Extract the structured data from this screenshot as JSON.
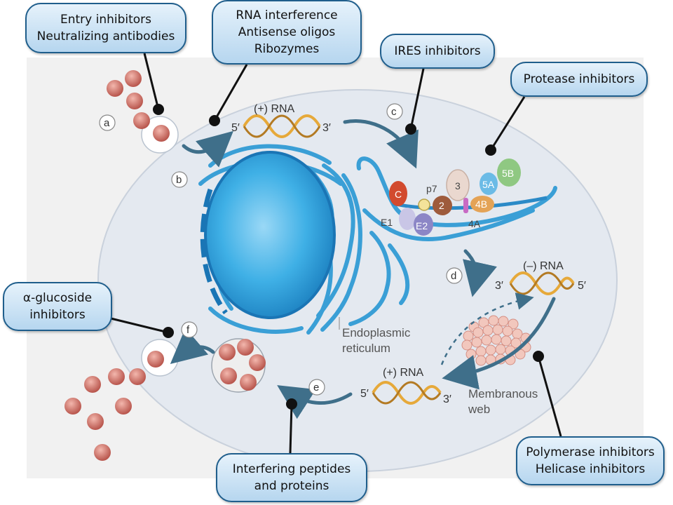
{
  "callouts": {
    "entry": [
      "Entry inhibitors",
      "Neutralizing antibodies"
    ],
    "rnai": [
      "RNA interference",
      "Antisense oligos",
      "Ribozymes"
    ],
    "ires": [
      "IRES inhibitors"
    ],
    "protease": [
      "Protease inhibitors"
    ],
    "glucoside": [
      "α-glucoside",
      "inhibitors"
    ],
    "peptides": [
      "Interfering peptides",
      "and proteins"
    ],
    "polymerase": [
      "Polymerase inhibitors",
      "Helicase inhibitors"
    ]
  },
  "steps": {
    "a": "a",
    "b": "b",
    "c": "c",
    "d": "d",
    "e": "e",
    "f": "f"
  },
  "rna": {
    "top_label": "(+) RNA",
    "top_5": "5′",
    "top_3": "3′",
    "minus_label": "(–) RNA",
    "minus_3": "3′",
    "minus_5": "5′",
    "bottom_label": "(+) RNA",
    "bottom_5": "5′",
    "bottom_3": "3′"
  },
  "proteins": {
    "C": "C",
    "E1": "E1",
    "E2": "E2",
    "p7": "p7",
    "NS2": "2",
    "NS3": "3",
    "NS4A": "4A",
    "NS4B": "4B",
    "NS5A": "5A",
    "NS5B": "5B"
  },
  "labels": {
    "er_line1": "Endoplasmic",
    "er_line2": "reticulum",
    "web_line1": "Membranous",
    "web_line2": "web"
  },
  "colors": {
    "cell_fill": "#e4e9f0",
    "nucleus": "#2a9fd8",
    "er": "#3a9fd6",
    "arrow": "#3f6f8a",
    "virion": "#c87068",
    "callout_border": "#1f5e8c"
  }
}
